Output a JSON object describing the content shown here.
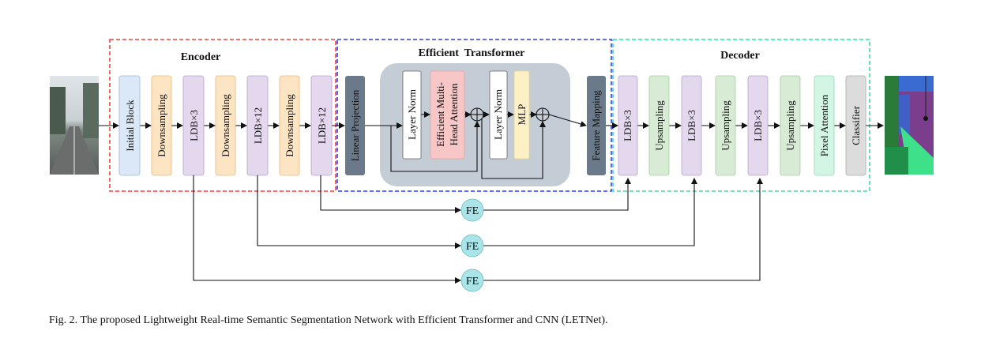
{
  "encoder": {
    "title": "Encoder",
    "blocks": [
      "Initial Block",
      "Downsampling",
      "LDB×3",
      "Downsampling",
      "LDB×12",
      "Downsampling",
      "LDB×12"
    ]
  },
  "transformer": {
    "title": "Efficient  Transformer",
    "linear_projection": "Linear Projection",
    "layer_norm_1": "Layer Norm",
    "attention_line1": "Efficient Multi-",
    "attention_line2": "Head Attention",
    "layer_norm_2": "Layer Norm",
    "mlp": "MLP",
    "feature_mapping": "Feature Mapping"
  },
  "decoder": {
    "title": "Decoder",
    "blocks": [
      "LDB×3",
      "Upsampling",
      "LDB×3",
      "Upsampling",
      "LDB×3",
      "Upsampling",
      "Pixel Attention",
      "Classifier"
    ]
  },
  "fe_label": "FE",
  "caption": "Fig. 2.  The proposed Lightweight Real-time Semantic Segmentation Network with Efficient Transformer and CNN (LETNet).",
  "colors": {
    "initial": "#dbe8f8",
    "downsampling": "#fde4c2",
    "ldb": "#e4d8ee",
    "upsampling": "#d8ebd5",
    "pixel_attention": "#d3f5e3",
    "classifier": "#dcdcdc",
    "transformer_panel": "#c4ccd6",
    "dark_block": "#6b7a8a",
    "attention": "#f7c6c6",
    "mlp": "#fdf0c6",
    "fe": "#a9e4e8",
    "encoder_border": "#ff3b3b",
    "transformer_border": "#2b3cff",
    "decoder_border": "#33e0a0"
  }
}
